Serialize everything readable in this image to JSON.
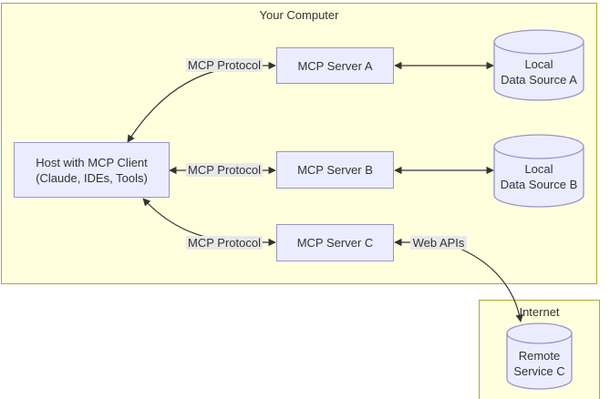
{
  "diagram": {
    "groups": {
      "your_computer": {
        "label": "Your Computer"
      },
      "internet": {
        "label": "Internet"
      }
    },
    "host": {
      "line1": "Host with MCP Client",
      "line2": "(Claude, IDEs, Tools)"
    },
    "servers": [
      {
        "label": "MCP Server A"
      },
      {
        "label": "MCP Server B"
      },
      {
        "label": "MCP Server C"
      }
    ],
    "data_sources": [
      {
        "line1": "Local",
        "line2": "Data Source A"
      },
      {
        "line1": "Local",
        "line2": "Data Source B"
      }
    ],
    "remote_service": {
      "line1": "Remote",
      "line2": "Service C"
    },
    "edge_labels": {
      "protocol_a": "MCP Protocol",
      "protocol_b": "MCP Protocol",
      "protocol_c": "MCP Protocol",
      "web_apis": "Web APIs"
    },
    "colors": {
      "group_fill": "#ffffde",
      "group_border": "#aaaa33",
      "node_fill": "#ececff",
      "node_border": "#9696c8",
      "edge": "#333333",
      "edge_label_bg": "#e8e8e8",
      "text": "#333333"
    }
  }
}
